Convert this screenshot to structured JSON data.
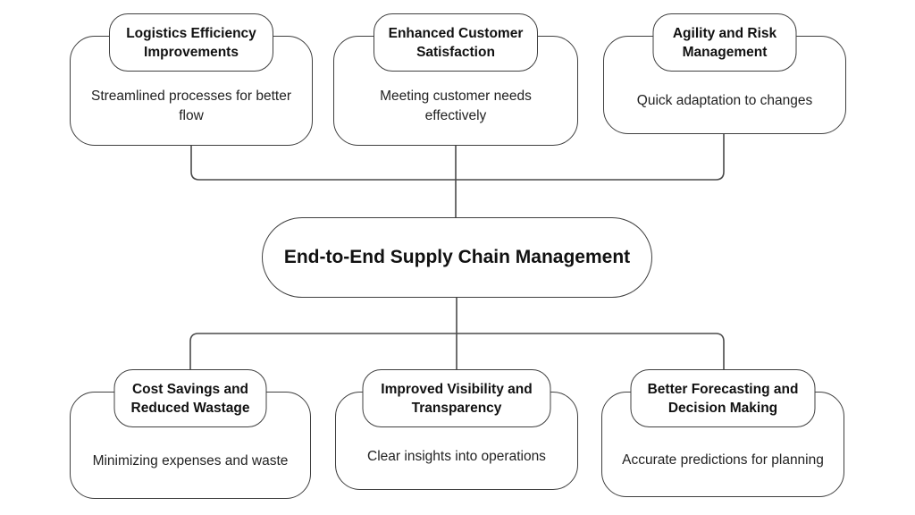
{
  "diagram": {
    "center": {
      "label": "End-to-End Supply Chain Management"
    },
    "top_nodes": [
      {
        "title": "Logistics Efficiency Improvements",
        "description": "Streamlined processes for better flow"
      },
      {
        "title": "Enhanced Customer Satisfaction",
        "description": "Meeting customer needs effectively"
      },
      {
        "title": "Agility and Risk Management",
        "description": "Quick adaptation to changes"
      }
    ],
    "bottom_nodes": [
      {
        "title": "Cost Savings and Reduced Wastage",
        "description": "Minimizing expenses and waste"
      },
      {
        "title": "Improved Visibility and Transparency",
        "description": "Clear insights into operations"
      },
      {
        "title": "Better Forecasting and Decision Making",
        "description": "Accurate predictions for planning"
      }
    ],
    "colors": {
      "background": "#ffffff",
      "border": "#3f3f3f",
      "line": "#4a4a4a",
      "title_text": "#111111",
      "body_text": "#222222"
    }
  }
}
